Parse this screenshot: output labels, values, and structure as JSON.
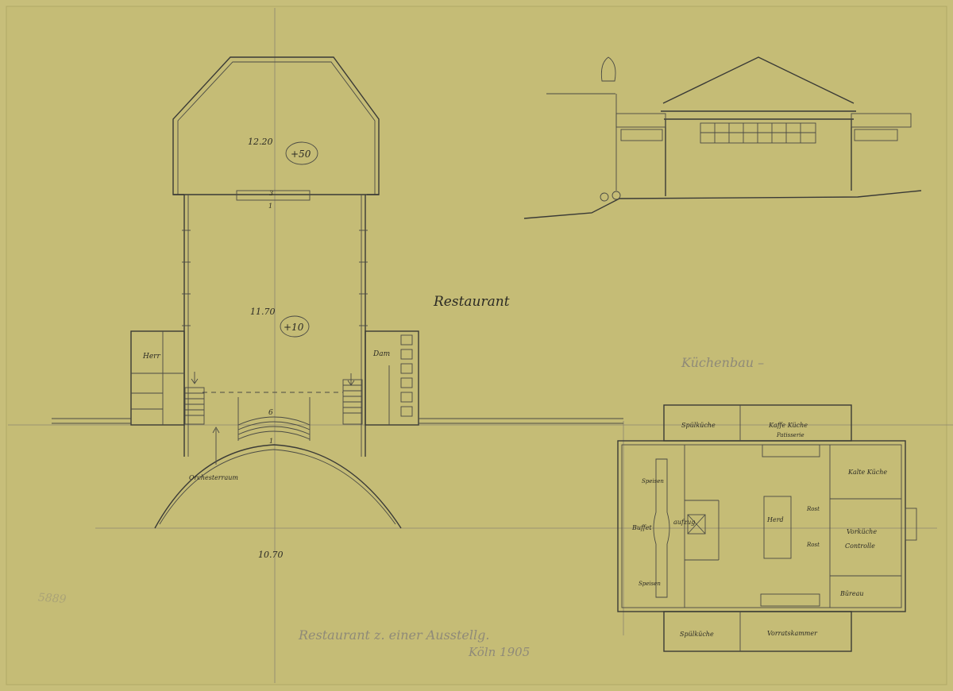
{
  "labels": {
    "restaurant_title": "Restaurant",
    "kuechenbau_title": "Küchenbau –",
    "dim_top": "12.20",
    "level_top": "+50",
    "dim_mid": "11.70",
    "level_mid": "+10",
    "step_3": "3",
    "step_1_top": "1",
    "step_6": "6",
    "step_1_bottom": "1",
    "room_herr": "Herr",
    "room_dam": "Dam",
    "orchestra": "Orchesterraum",
    "dim_bottom": "10.70",
    "kitchen_spuelkueche_top": "Spülküche",
    "kitchen_kaffee": "Kaffe Küche",
    "kitchen_kaffee_2": "Patisserie",
    "kitchen_kalte": "Kalte Küche",
    "kitchen_speisen_1": "Speisen",
    "kitchen_buffet": "Buffet",
    "kitchen_aufzug": "aufzug",
    "kitchen_herd": "Herd",
    "kitchen_rost_1": "Rost",
    "kitchen_rost_2": "Rost",
    "kitchen_vorkueche": "Vorküche",
    "kitchen_controlle": "Controlle",
    "kitchen_speisen_2": "Speisen",
    "kitchen_buero": "Büreau",
    "kitchen_spuelkueche_bottom": "Spülküche",
    "kitchen_vorrat": "Vorratskammer",
    "caption_line1": "Restaurant z. einer Ausstellg.",
    "caption_line2": "Köln 1905",
    "archive_number": "5889"
  }
}
